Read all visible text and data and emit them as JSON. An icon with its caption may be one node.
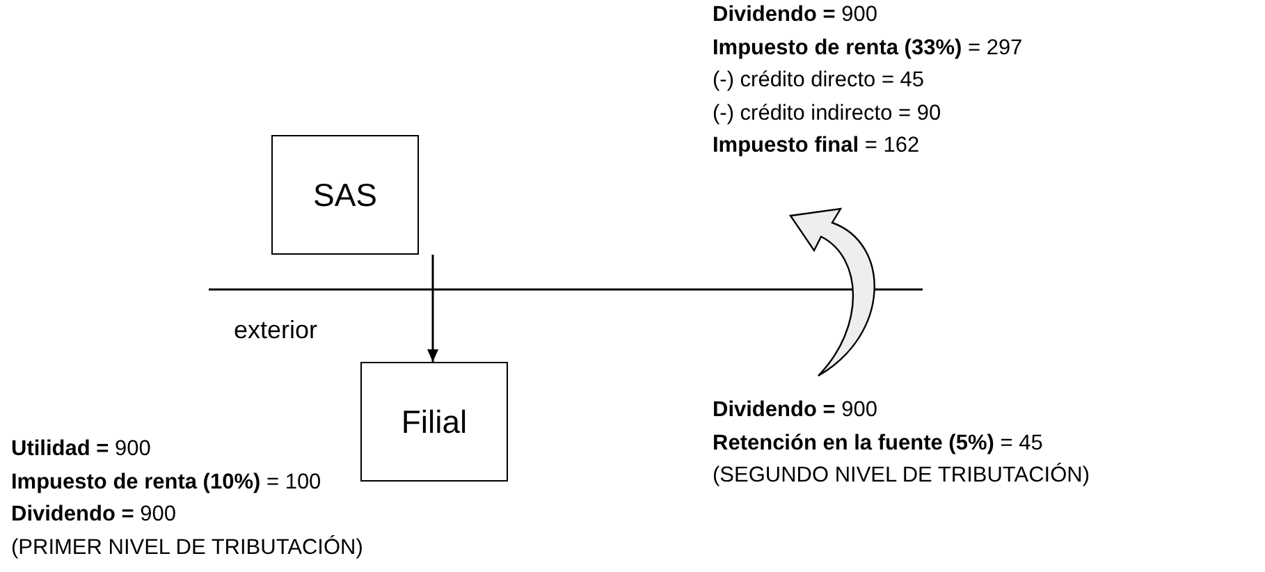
{
  "diagram": {
    "nodes": [
      {
        "text": [
          "SAS"
        ]
      },
      {
        "text": [
          "Filial"
        ]
      }
    ],
    "edges": [
      {
        "from": 0,
        "to": 1,
        "arrow": "to"
      }
    ],
    "labels": [
      "exterior",
      "**Dividendo =** 900",
      "**Impuesto de renta (33%)** = 297",
      "(-) crédito directo = 45",
      "(-) crédito indirecto = 90",
      "**Impuesto final** = 162",
      "**Dividendo =** 900",
      "**Retención en la fuente (5%)** = 45",
      "(SEGUNDO NIVEL DE TRIBUTACIÓN)",
      "**Utilidad =** 900",
      "**Impuesto de renta (10%)** = 100",
      "**Dividendo =** 900",
      "(PRIMER NIVEL DE TRIBUTACIÓN)"
    ]
  }
}
